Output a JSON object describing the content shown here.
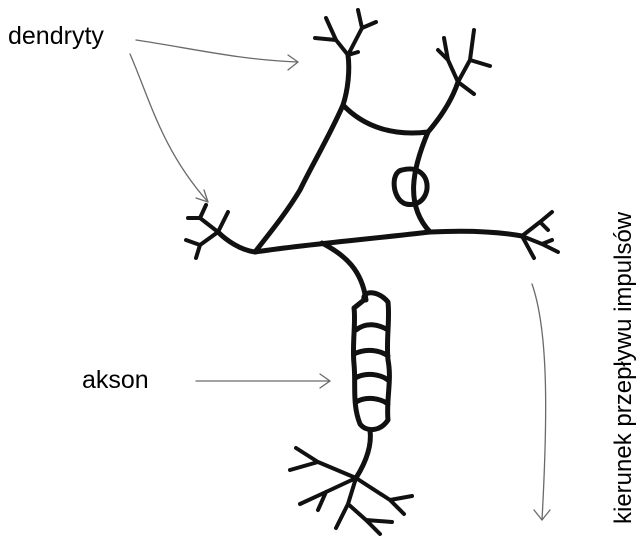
{
  "labels": {
    "dendrites": "dendryty",
    "axon": "akson",
    "impulse_direction": "kierunek przepływu impulsów"
  },
  "colors": {
    "ink": "#111111",
    "annotation_arrow": "#6a6a6a",
    "background": "#ffffff"
  }
}
